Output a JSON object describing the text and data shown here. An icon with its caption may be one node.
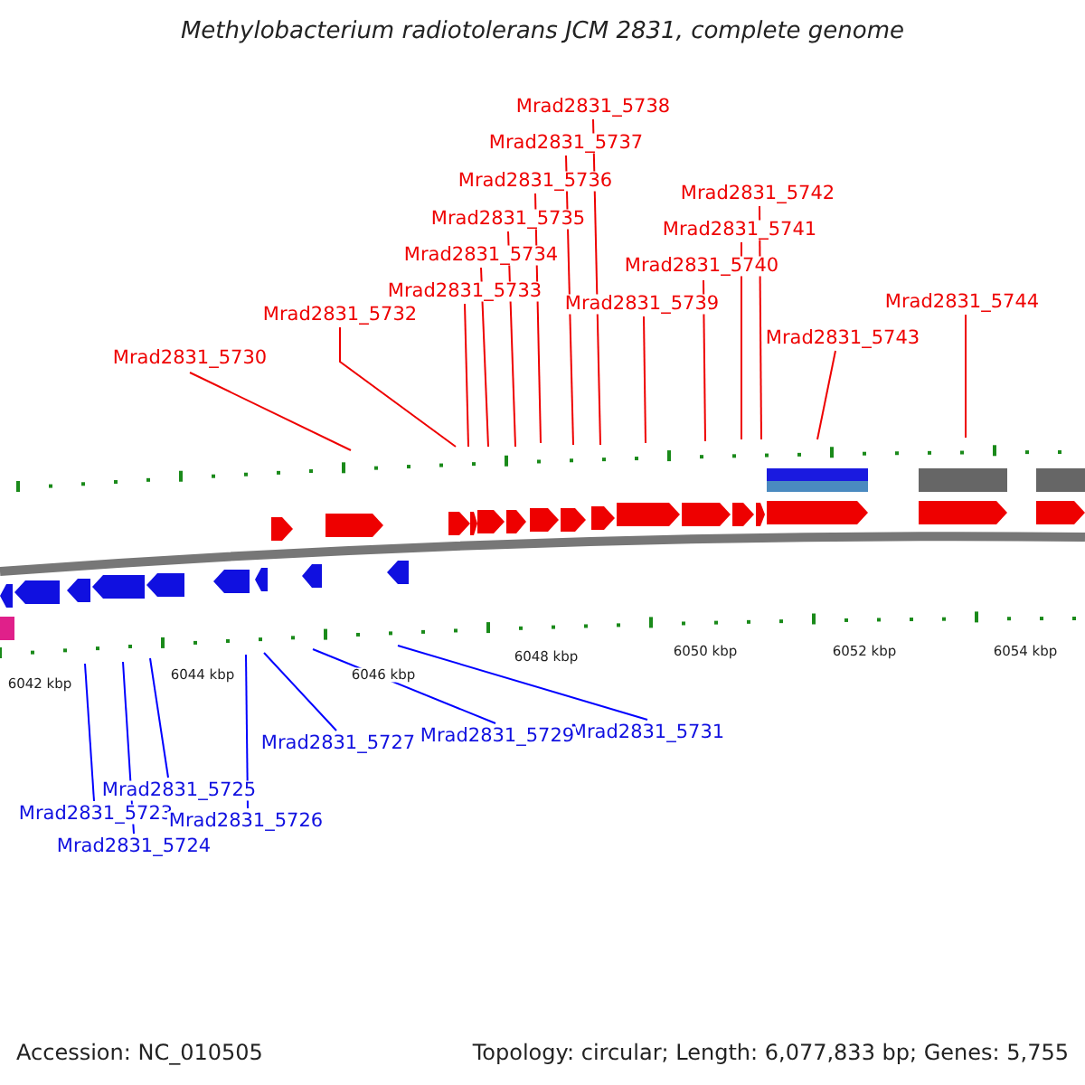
{
  "diagram": {
    "title": "Methylobacterium radiotolerans JCM 2831, complete genome",
    "nodes": [
      {
        "text": [
          "Mrad2831_5738"
        ]
      },
      {
        "text": [
          "Mrad2831_5737"
        ]
      },
      {
        "text": [
          "Mrad2831_5736"
        ]
      },
      {
        "text": [
          "Mrad2831_5742"
        ]
      },
      {
        "text": [
          "Mrad2831_5735"
        ]
      },
      {
        "text": [
          "Mrad2831_5741"
        ]
      },
      {
        "text": [
          "Mrad2831_5734"
        ]
      },
      {
        "text": [
          "Mrad2831_5740"
        ]
      },
      {
        "text": [
          "Mrad2831_5733"
        ]
      },
      {
        "text": [
          "Mrad2831_5732"
        ]
      },
      {
        "text": [
          "Mrad2831_5739"
        ]
      },
      {
        "text": [
          "Mrad2831_5744"
        ]
      },
      {
        "text": [
          "Mrad2831_5743"
        ]
      },
      {
        "text": [
          "Mrad2831_5730"
        ]
      },
      {
        "text": [
          "Mrad2831_5731"
        ]
      },
      {
        "text": [
          "Mrad2831_5729"
        ]
      },
      {
        "text": [
          "Mrad2831_5727"
        ]
      },
      {
        "text": [
          "Mrad2831_5725"
        ]
      },
      {
        "text": [
          "Mrad2831_5723"
        ]
      },
      {
        "text": [
          "Mrad2831_5726"
        ]
      },
      {
        "text": [
          "Mrad2831_5724"
        ]
      }
    ],
    "edges": [
      {
        "from": 0,
        "to": null,
        "arrow": "none"
      },
      {
        "from": 1,
        "to": null,
        "arrow": "none"
      },
      {
        "from": 2,
        "to": null,
        "arrow": "none"
      },
      {
        "from": 3,
        "to": null,
        "arrow": "none"
      },
      {
        "from": 4,
        "to": null,
        "arrow": "none"
      },
      {
        "from": 5,
        "to": null,
        "arrow": "none"
      },
      {
        "from": 6,
        "to": null,
        "arrow": "none"
      },
      {
        "from": 7,
        "to": null,
        "arrow": "none"
      },
      {
        "from": 8,
        "to": null,
        "arrow": "none"
      },
      {
        "from": 9,
        "to": null,
        "arrow": "none"
      },
      {
        "from": 10,
        "to": null,
        "arrow": "none"
      },
      {
        "from": 11,
        "to": null,
        "arrow": "none"
      },
      {
        "from": 12,
        "to": null,
        "arrow": "none"
      },
      {
        "from": 13,
        "to": null,
        "arrow": "none"
      },
      {
        "from": 14,
        "to": null,
        "arrow": "none",
        "color": "#0000ff"
      },
      {
        "from": 15,
        "to": null,
        "arrow": "none",
        "color": "#0000ff"
      },
      {
        "from": 16,
        "to": null,
        "arrow": "none",
        "color": "#0000ff"
      },
      {
        "from": 17,
        "to": null,
        "arrow": "none",
        "color": "#0000ff"
      },
      {
        "from": 18,
        "to": null,
        "arrow": "none",
        "color": "#0000ff"
      },
      {
        "from": 19,
        "to": null,
        "arrow": "none",
        "color": "#0000ff"
      },
      {
        "from": 20,
        "to": null,
        "arrow": "none",
        "color": "#0000ff"
      }
    ],
    "labels": [
      "6042 kbp",
      "6044 kbp",
      "6046 kbp",
      "6048 kbp",
      "6050 kbp",
      "6052 kbp",
      "6054 kbp",
      "Accession: NC_010505",
      "Topology: circular; Length: 6,077,833 bp; Genes: 5,755"
    ]
  }
}
